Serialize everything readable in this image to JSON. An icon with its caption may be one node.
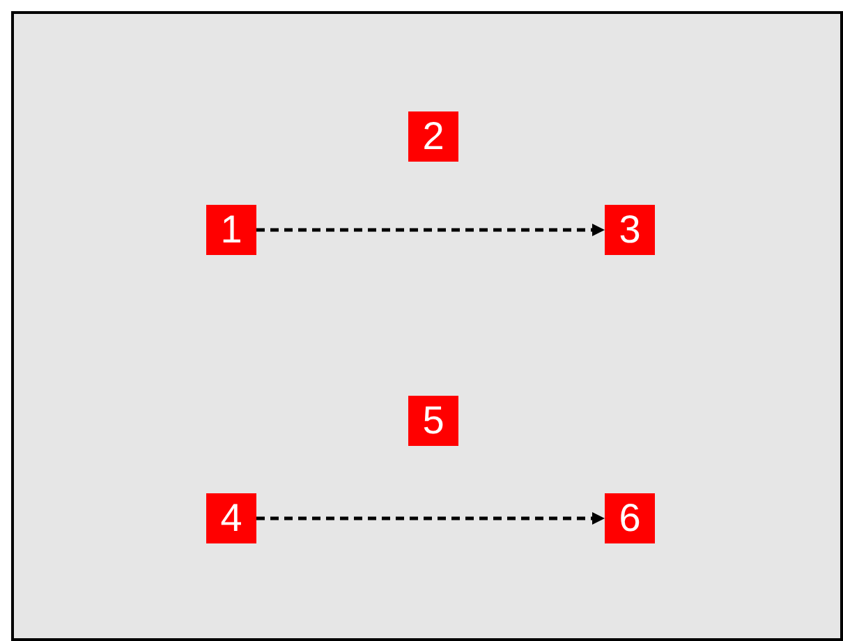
{
  "diagram": {
    "nodes": [
      {
        "text": [
          "2"
        ]
      },
      {
        "text": [
          "1"
        ]
      },
      {
        "text": [
          "3"
        ]
      },
      {
        "text": [
          "5"
        ]
      },
      {
        "text": [
          "4"
        ]
      },
      {
        "text": [
          "6"
        ]
      }
    ],
    "edges": [
      {
        "from": 1,
        "to": 2,
        "arrow": "to",
        "style": "dashed"
      },
      {
        "from": 4,
        "to": 5,
        "arrow": "to",
        "style": "dashed"
      }
    ]
  }
}
